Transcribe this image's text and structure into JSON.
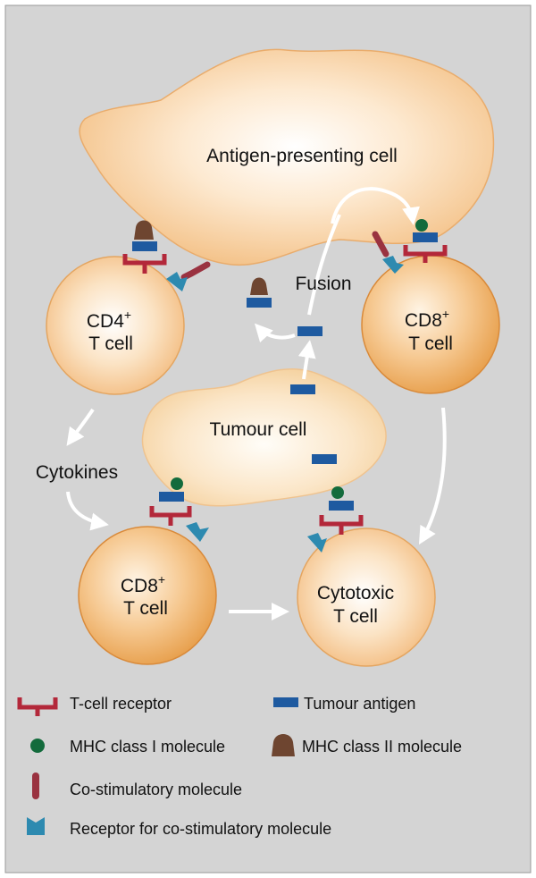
{
  "cells": {
    "apc": "Antigen-presenting cell",
    "tumour": "Tumour cell",
    "cd4": {
      "line1": "CD4",
      "sup": "+",
      "line2": "T cell"
    },
    "cd8_right": {
      "line1": "CD8",
      "sup": "+",
      "line2": "T cell"
    },
    "cd8_bottom": {
      "line1": "CD8",
      "sup": "+",
      "line2": "T cell"
    },
    "cytotoxic": {
      "line1": "Cytotoxic",
      "line2": "T cell"
    }
  },
  "labels": {
    "fusion": "Fusion",
    "cytokines": "Cytokines"
  },
  "legend": {
    "tcr": "T-cell receptor",
    "tumour_antigen": "Tumour antigen",
    "mhc1": "MHC class I molecule",
    "mhc2": "MHC class II molecule",
    "costim": "Co-stimulatory molecule",
    "costim_receptor": "Receptor for co-stimulatory molecule"
  },
  "colors": {
    "panel": "#d4d4d4",
    "cell_fill": "#f6c992",
    "tumour_fill": "#f7d8ad",
    "tcr": "#b3283a",
    "antigen": "#1e5aa0",
    "mhc1": "#136b3c",
    "mhc2": "#6e4530",
    "costim": "#9a3240",
    "costim_receptor": "#2d8ab0"
  }
}
